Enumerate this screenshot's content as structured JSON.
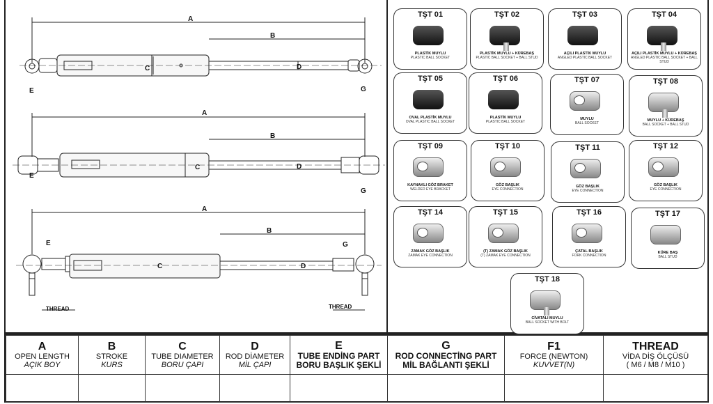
{
  "diagram": {
    "labels": {
      "A": "A",
      "B": "B",
      "C": "C",
      "D": "D",
      "E": "E",
      "G": "G"
    },
    "thread": "THREAD"
  },
  "parts": [
    {
      "code": "TŞT 01",
      "tr": "PLASTİK MUYLU",
      "en": "PLASTIC BALL SOCKET"
    },
    {
      "code": "TŞT 02",
      "tr": "PLASTİK MUYLU + KÜREBAŞ",
      "en": "PLASTIC BALL SOCKET + BALL STUD"
    },
    {
      "code": "TŞT 03",
      "tr": "AÇILI PLASTİK MUYLU",
      "en": "ANGLED PLASTIC BALL SOCKET"
    },
    {
      "code": "TŞT 04",
      "tr": "AÇILI PLASTİK MUYLU + KÜREBAŞ",
      "en": "ANGLED PLASTIC BALL SOCKET + BALL STUD"
    },
    {
      "code": "TŞT 05",
      "tr": "OVAL PLASTİK MUYLU",
      "en": "OVAL PLASTIC BALL SOCKET"
    },
    {
      "code": "TŞT 06",
      "tr": "PLASTİK MUYLU",
      "en": "PLASTIC BALL SOCKET"
    },
    {
      "code": "TŞT 07",
      "tr": "MUYLU",
      "en": "BALL SOCKET"
    },
    {
      "code": "TŞT 08",
      "tr": "MUYLU + KÜREBAŞ",
      "en": "BALL SOCKET + BALL STUD"
    },
    {
      "code": "TŞT 09",
      "tr": "KAYNAKLI GÖZ BRAKET",
      "en": "WELDED EYE BRACKET"
    },
    {
      "code": "TŞT 10",
      "tr": "GÖZ BAŞLIK",
      "en": "EYE CONNECTION"
    },
    {
      "code": "TŞT 11",
      "tr": "GÖZ BAŞLIK",
      "en": "EYE CONNECTION"
    },
    {
      "code": "TŞT 12",
      "tr": "GÖZ BAŞLIK",
      "en": "EYE CONNECTION"
    },
    {
      "code": "TŞT 14",
      "tr": "ZAMAK GÖZ BAŞLIK",
      "en": "ZAMAK EYE CONNECTION"
    },
    {
      "code": "TŞT 15",
      "tr": "(T) ZAMAK GÖZ BAŞLIK",
      "en": "(T) ZAMAK EYE CONNECTION"
    },
    {
      "code": "TŞT 16",
      "tr": "ÇATAL BAŞLIK",
      "en": "FORK CONNECTION"
    },
    {
      "code": "TŞT 17",
      "tr": "KÜRE BAŞ",
      "en": "BALL STUD"
    },
    {
      "code": "TŞT 18",
      "tr": "CİVATALI MUYLU",
      "en": "BALL SOCKET WITH BOLT"
    }
  ],
  "table": {
    "columns": [
      {
        "letter": "A",
        "en": "OPEN LENGTH",
        "tr": "AÇIK BOY"
      },
      {
        "letter": "B",
        "en": "STROKE",
        "tr": "KURS"
      },
      {
        "letter": "C",
        "en": "TUBE DIAMETER",
        "tr": "BORU ÇAPI"
      },
      {
        "letter": "D",
        "en": "ROD DİAMETER",
        "tr": "MİL ÇAPI"
      },
      {
        "letter": "E",
        "en": "TUBE ENDİNG PART",
        "tr": "BORU BAŞLIK ŞEKLİ"
      },
      {
        "letter": "G",
        "en": "ROD CONNECTİNG PART",
        "tr": "MİL BAĞLANTI ŞEKLİ"
      },
      {
        "letter": "F1",
        "en": "FORCE (NEWTON)",
        "tr": "KUVVET(N)"
      },
      {
        "letter": "THREAD",
        "en": "VİDA DİŞ ÖLÇÜSÜ",
        "tr": "( M6 / M8 /  M10 )"
      }
    ]
  }
}
